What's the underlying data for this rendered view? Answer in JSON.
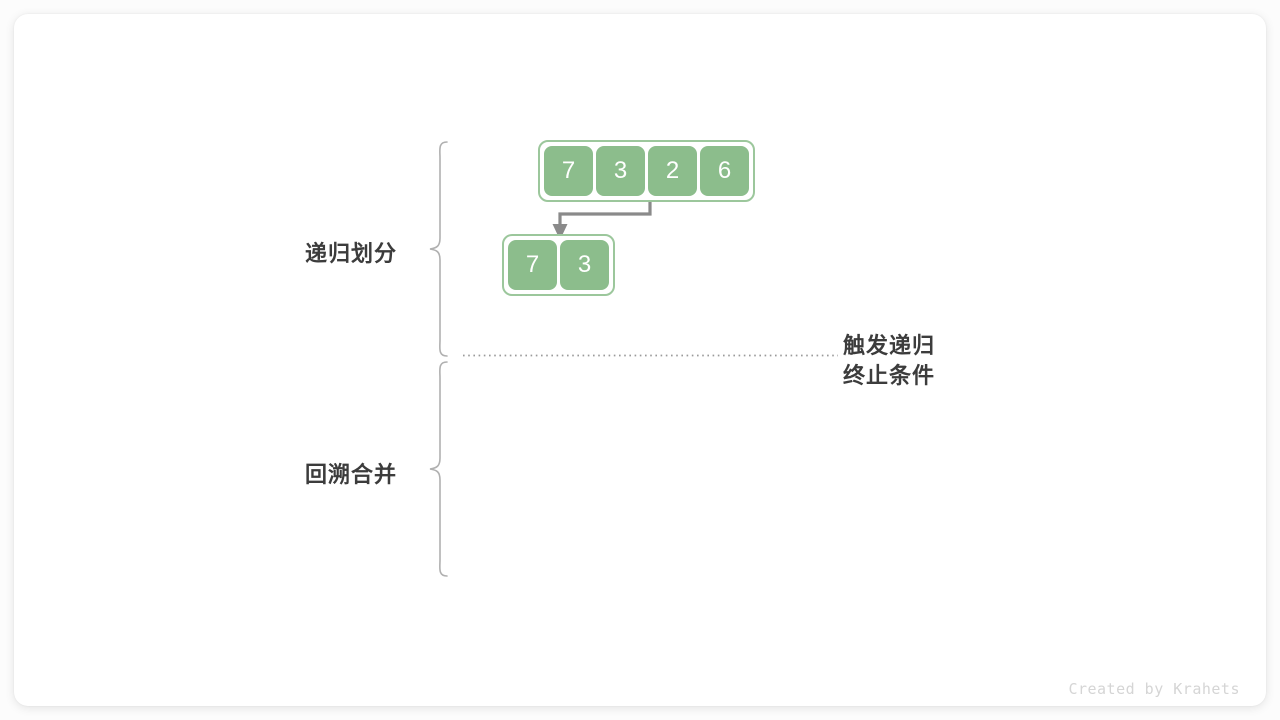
{
  "figure": {
    "title_watermark": "Created by Krahets",
    "background_color": "#fcfcfc",
    "card_color": "#ffffff"
  },
  "colors": {
    "cell_fill": "#8cbd8c",
    "cell_border": "#9cc79c",
    "arrow_gray": "#8a8a8a",
    "brace_gray": "#b0b0b0",
    "text_dark": "#3c3c3c",
    "watermark_gray": "#d5d5d5",
    "dotted_gray": "#9a9a9a"
  },
  "labels": {
    "split": "递归划分",
    "merge": "回溯合并",
    "terminate_line1": "触发递归",
    "terminate_line2": "终止条件"
  },
  "arrays": [
    {
      "id": "array-top",
      "values": [
        "7",
        "3",
        "2",
        "6"
      ]
    },
    {
      "id": "array-bottom",
      "values": [
        "7",
        "3"
      ]
    }
  ],
  "divider": {
    "style": "dotted",
    "label": "触发递归终止条件"
  }
}
